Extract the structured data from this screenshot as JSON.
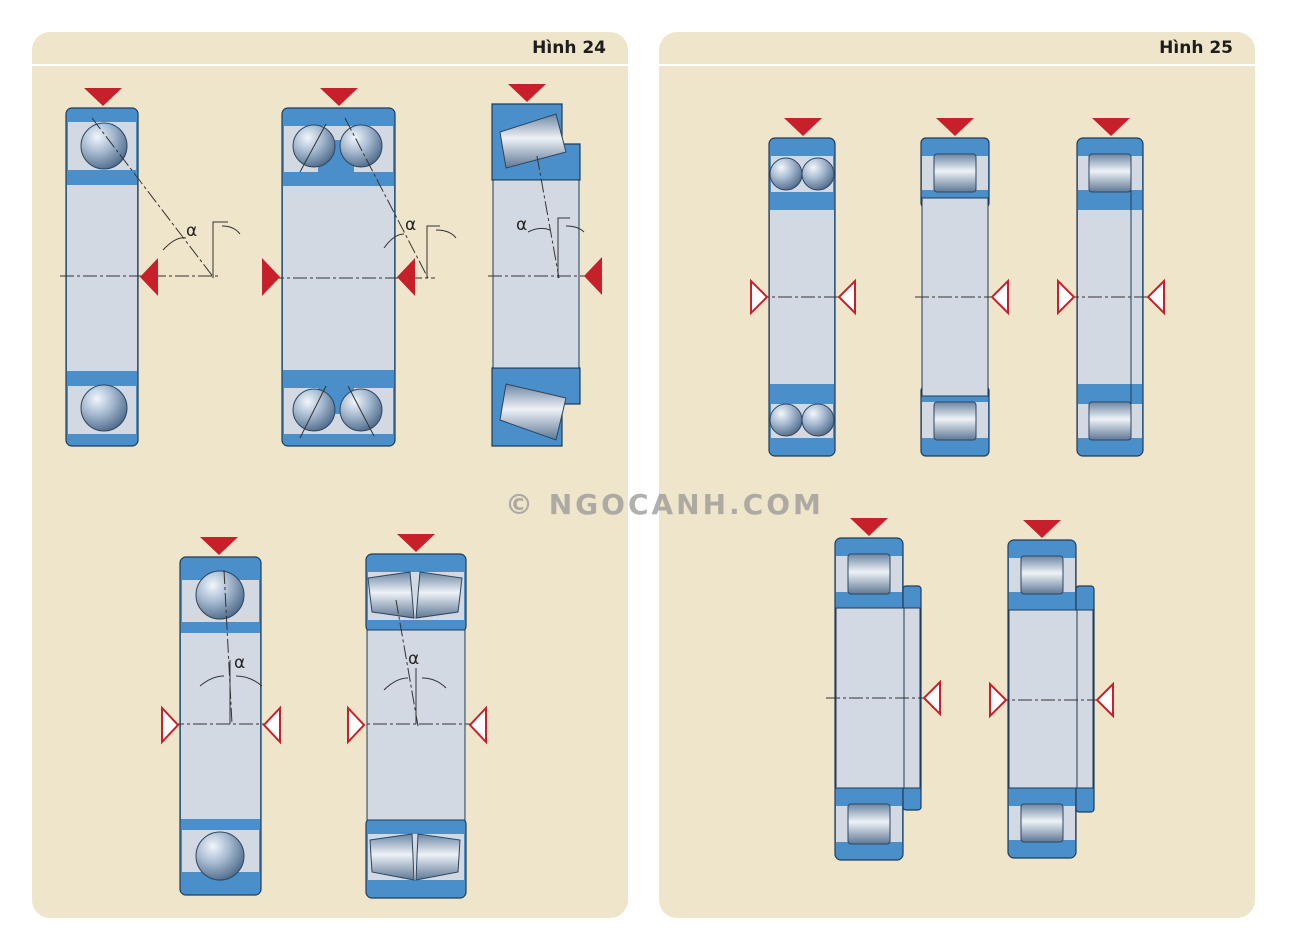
{
  "panels": {
    "left": {
      "title": "Hình 24",
      "alpha_label": "α"
    },
    "right": {
      "title": "Hình 25"
    }
  },
  "watermark": "© NGOCANH.COM",
  "colors": {
    "ring": "#4a8fca",
    "bore": "#d3d9e3",
    "load_arrow": "#c8202a",
    "panel": "#efe5ca"
  }
}
